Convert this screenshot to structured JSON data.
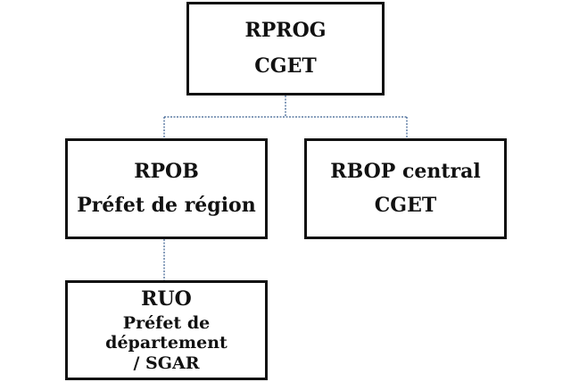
{
  "org_chart": {
    "root": {
      "title": "RPROG",
      "subtitle": "CGET"
    },
    "rpob": {
      "title": "RPOB",
      "subtitle": "Préfet de région"
    },
    "rbop": {
      "title": "RBOP central",
      "subtitle": "CGET"
    },
    "ruo": {
      "title": "RUO",
      "subtitle_line1": "Préfet de département",
      "subtitle_line2": "/ SGAR"
    }
  },
  "colors": {
    "box_border": "#111111",
    "connector": "#3a5f8f"
  }
}
